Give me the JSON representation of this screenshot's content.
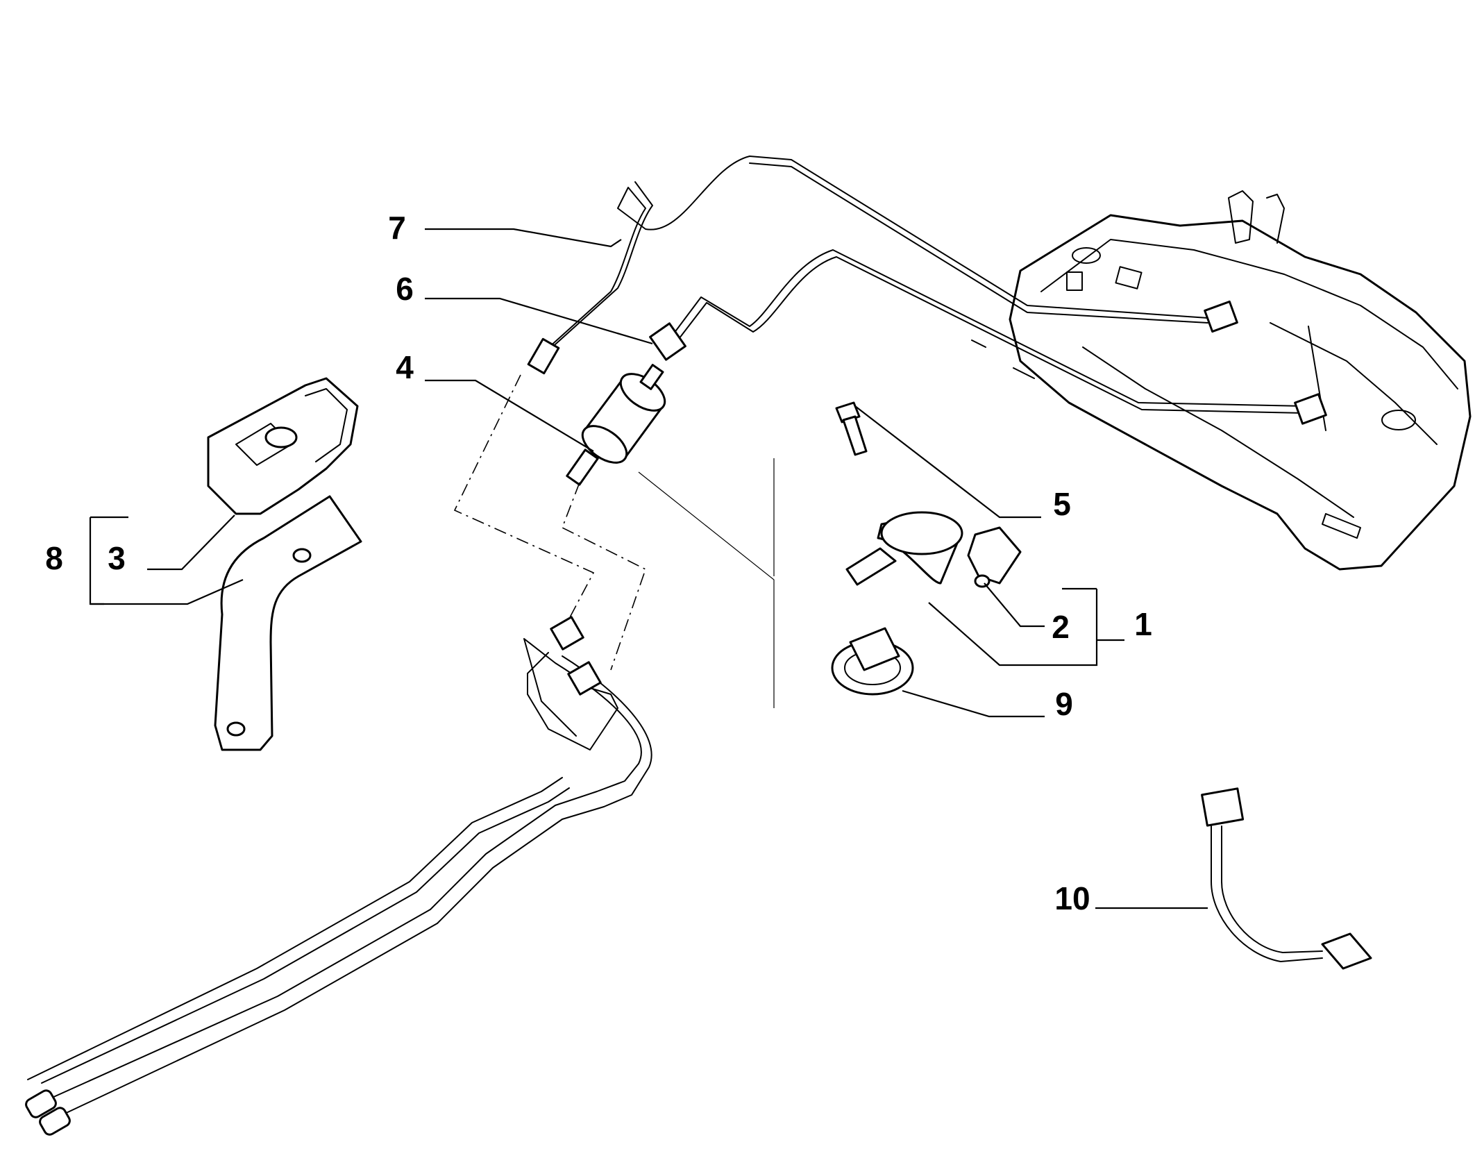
{
  "callouts": [
    {
      "id": "c1",
      "text": "1"
    },
    {
      "id": "c2",
      "text": "2"
    },
    {
      "id": "c3",
      "text": "3"
    },
    {
      "id": "c4",
      "text": "4"
    },
    {
      "id": "c5",
      "text": "5"
    },
    {
      "id": "c6",
      "text": "6"
    },
    {
      "id": "c7",
      "text": "7"
    },
    {
      "id": "c8",
      "text": "8"
    },
    {
      "id": "c9",
      "text": "9"
    },
    {
      "id": "c10",
      "text": "10"
    }
  ],
  "colors": {
    "line": "#000000",
    "background": "#ffffff"
  }
}
